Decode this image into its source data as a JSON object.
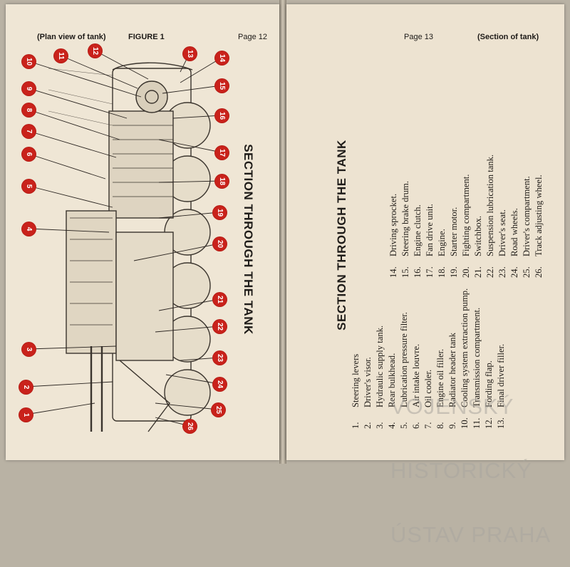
{
  "left_page": {
    "header_left": "(Plan view of tank)",
    "header_center": "FIGURE 1",
    "header_right": "Page 12",
    "figure_title": "SECTION THROUGH THE TANK",
    "callouts": [
      "1",
      "2",
      "3",
      "4",
      "5",
      "6",
      "7",
      "8",
      "9",
      "10",
      "11",
      "12",
      "13",
      "14",
      "15",
      "16",
      "17",
      "18",
      "19",
      "20",
      "21",
      "22",
      "23",
      "24",
      "25",
      "26"
    ]
  },
  "right_page": {
    "header_center": "Page 13",
    "header_right": "(Section of tank)",
    "legend_title": "SECTION THROUGH THE TANK",
    "legend_col_a": [
      {
        "num": "1.",
        "text": "Steering levers"
      },
      {
        "num": "2.",
        "text": "Driver's visor."
      },
      {
        "num": "3.",
        "text": "Hydraulic supply tank."
      },
      {
        "num": "4.",
        "text": "Rear bulkhead."
      },
      {
        "num": "5.",
        "text": "Lubrication pressure filter."
      },
      {
        "num": "6.",
        "text": "Air intake louvre."
      },
      {
        "num": "7.",
        "text": "Oil cooler."
      },
      {
        "num": "8.",
        "text": "Engine oil filler."
      },
      {
        "num": "9.",
        "text": "Radiator header tank"
      },
      {
        "num": "10.",
        "text": "Cooling system extraction pump."
      },
      {
        "num": "11.",
        "text": "Transmission compartment."
      },
      {
        "num": "12.",
        "text": "Fording flap."
      },
      {
        "num": "13.",
        "text": "Final driver filler."
      }
    ],
    "legend_col_b": [
      {
        "num": "14.",
        "text": "Driving sprocket."
      },
      {
        "num": "15.",
        "text": "Steering brake drum."
      },
      {
        "num": "16.",
        "text": "Engine clutch."
      },
      {
        "num": "17.",
        "text": "Fan drive unit."
      },
      {
        "num": "18.",
        "text": "Engine."
      },
      {
        "num": "19.",
        "text": "Starter motor."
      },
      {
        "num": "20.",
        "text": "Fighting compartment."
      },
      {
        "num": "21.",
        "text": "Switchbox."
      },
      {
        "num": "22.",
        "text": "Suspension lubrication tank."
      },
      {
        "num": "23.",
        "text": "Driver's seat."
      },
      {
        "num": "24.",
        "text": "Road wheels."
      },
      {
        "num": "25.",
        "text": "Driver's compartment."
      },
      {
        "num": "26.",
        "text": "Track adjusting wheel."
      }
    ],
    "watermark": [
      "VOJENSKÝ",
      "HISTORICKÝ",
      "ÚSTAV PRAHA"
    ]
  },
  "colors": {
    "callout": "#c9221b",
    "paper": "#efe6d5",
    "ink": "#1f1c19"
  }
}
